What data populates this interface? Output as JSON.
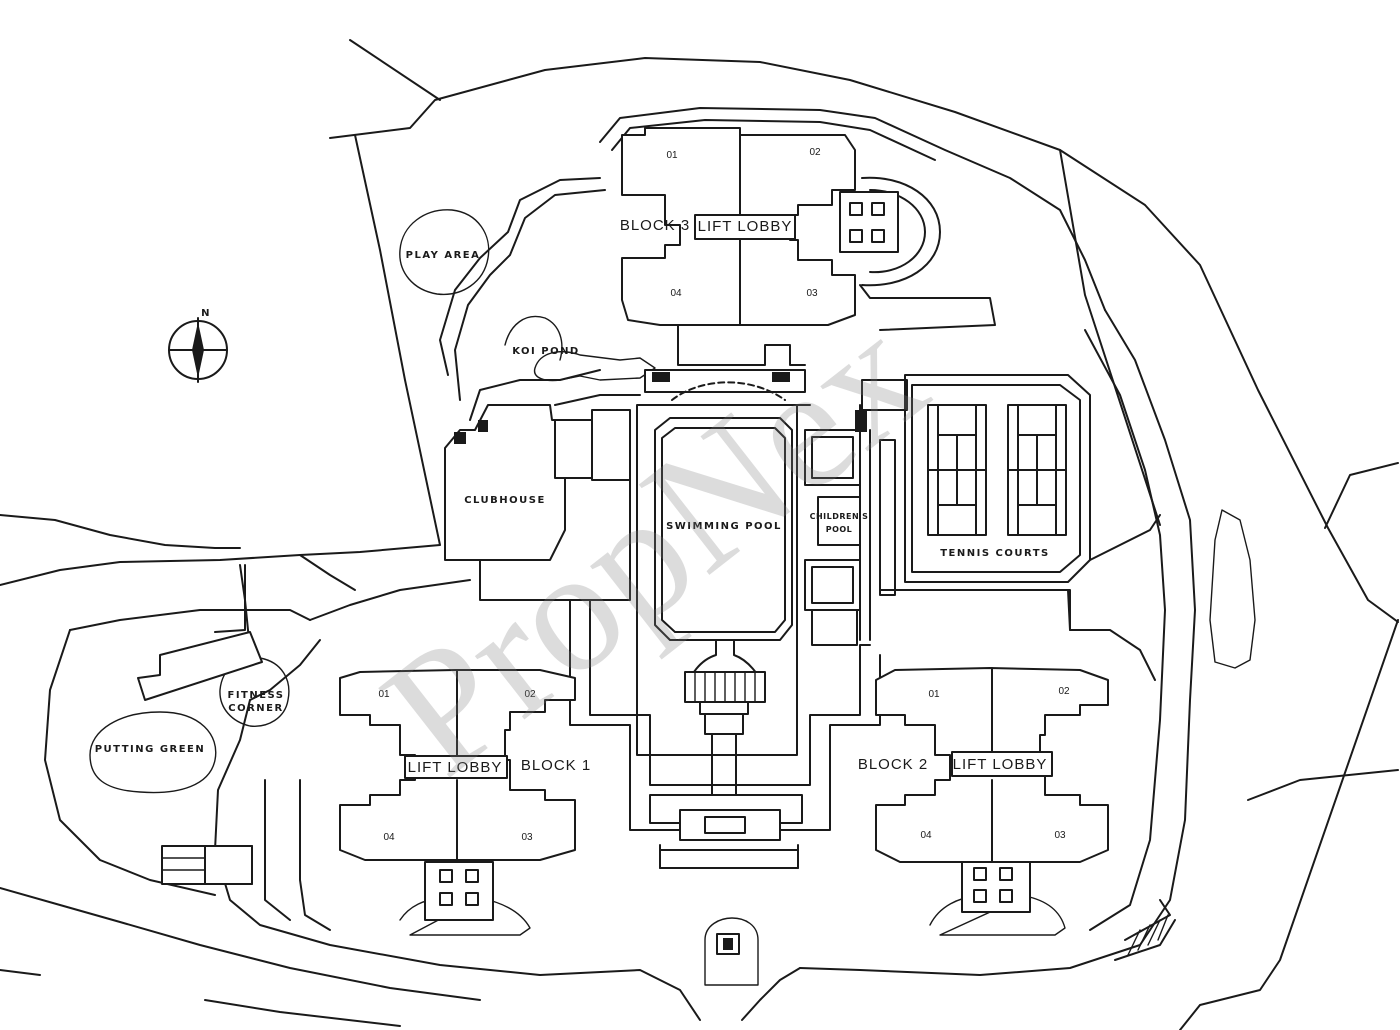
{
  "labels": {
    "play_area": "PLAY AREA",
    "koi_pond": "KOI POND",
    "clubhouse": "CLUBHOUSE",
    "swimming_pool": "SWIMMING POOL",
    "childrens_pool_line1": "CHILDREN'S",
    "childrens_pool_line2": "POOL",
    "tennis_courts": "TENNIS COURTS",
    "fitness_corner_line1": "FITNESS",
    "fitness_corner_line2": "CORNER",
    "putting_green": "PUTTING GREEN",
    "north": "N"
  },
  "blocks": [
    {
      "name": "BLOCK 3",
      "lobby": "LIFT LOBBY",
      "units": [
        "01",
        "02",
        "03",
        "04"
      ]
    },
    {
      "name": "BLOCK 1",
      "lobby": "LIFT LOBBY",
      "units": [
        "01",
        "02",
        "03",
        "04"
      ]
    },
    {
      "name": "BLOCK 2",
      "lobby": "LIFT LOBBY",
      "units": [
        "01",
        "02",
        "03",
        "04"
      ]
    }
  ],
  "watermark": "PropNex",
  "colors": {
    "line": "#1a1a1a",
    "background": "#ffffff",
    "watermark": "#828282"
  }
}
